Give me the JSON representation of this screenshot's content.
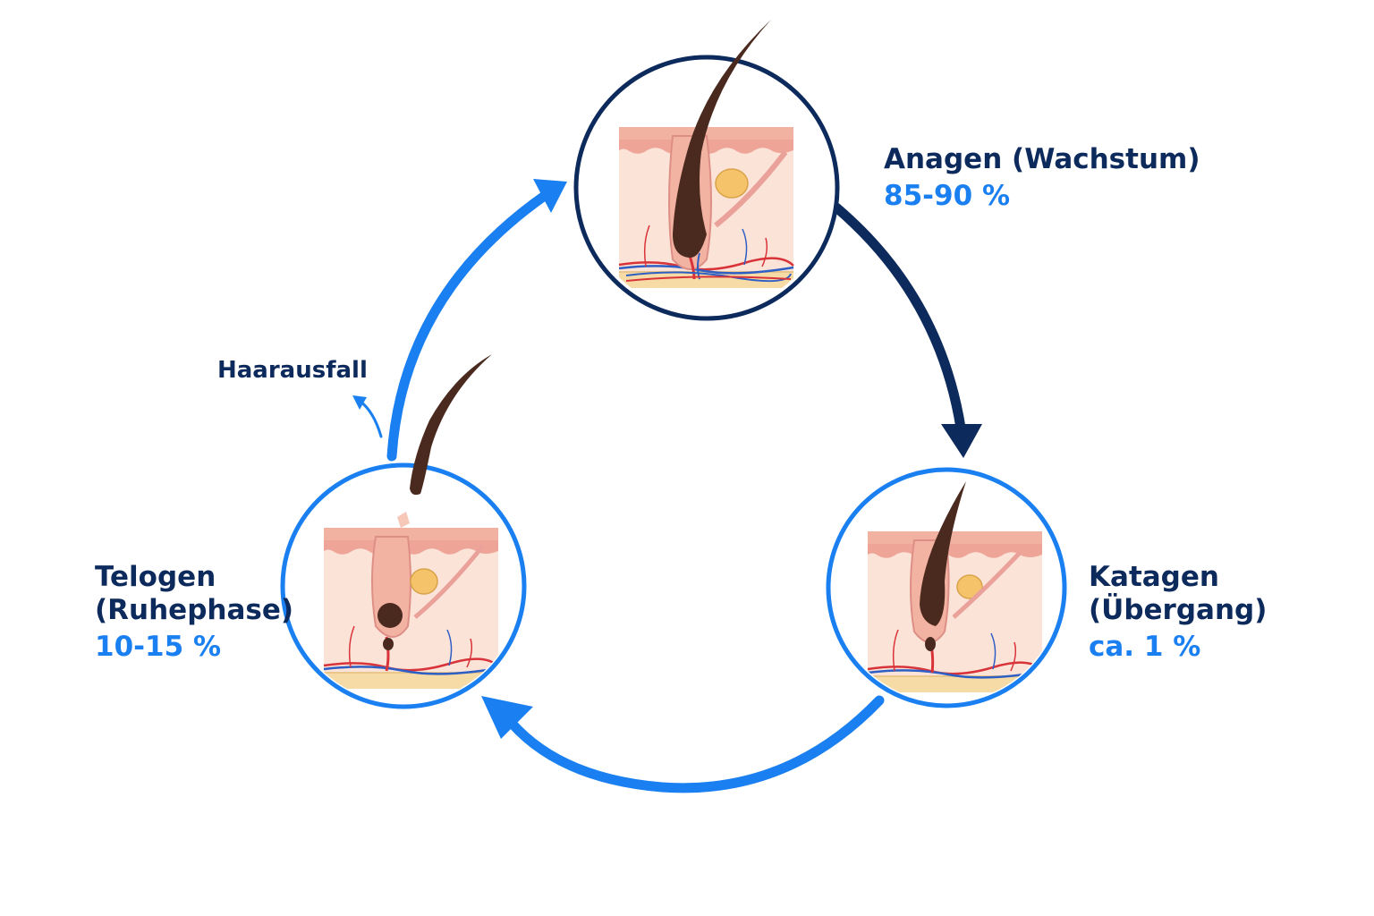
{
  "phases": {
    "anagen": {
      "name": "Anagen (Wachstum)",
      "percent": "85-90 %"
    },
    "katagen": {
      "name_line1": "Katagen",
      "name_line2": "(Übergang)",
      "percent": "ca. 1 %"
    },
    "telogen": {
      "name_line1": "Telogen",
      "name_line2": "(Ruhephase)",
      "percent": "10-15 %"
    }
  },
  "hair_loss_label": "Haarausfall",
  "colors": {
    "navy": "#0d2a5c",
    "blue": "#1a7ff0",
    "skin_top": "#f4b8a8",
    "skin_mid": "#fbe3d8",
    "fat": "#f6dba6",
    "hair": "#4a2a1f",
    "gland": "#f4c36a",
    "artery": "#d9333a",
    "vein": "#2e5fc4"
  }
}
